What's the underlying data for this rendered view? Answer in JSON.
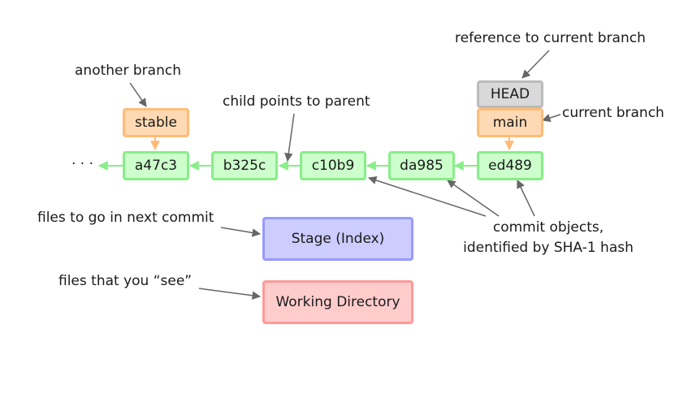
{
  "labels": {
    "reference_to_current_branch": "reference to current branch",
    "another_branch": "another branch",
    "child_points_to_parent": "child points to parent",
    "current_branch": "current branch",
    "files_next_commit": "files to go in next commit",
    "files_you_see": "files that you “see”",
    "commit_objects_line1": "commit objects,",
    "commit_objects_line2": "identified by SHA-1 hash",
    "ellipsis": "· · ·"
  },
  "refs": {
    "head": "HEAD",
    "main": "main",
    "stable": "stable"
  },
  "commits": [
    "a47c3",
    "b325c",
    "c10b9",
    "da985",
    "ed489"
  ],
  "areas": {
    "stage": "Stage (Index)",
    "working_directory": "Working Directory"
  },
  "colors": {
    "commit_fill": "#ccffcc",
    "commit_border": "#88ee88",
    "branch_fill": "#ffd9b3",
    "branch_border": "#ffbb77",
    "head_fill": "#d9d9d9",
    "head_border": "#bbbbbb",
    "stage_fill": "#ccccff",
    "stage_border": "#9999ff",
    "wd_fill": "#ffcccc",
    "wd_border": "#ff9999",
    "annotation_arrow": "#666666"
  }
}
